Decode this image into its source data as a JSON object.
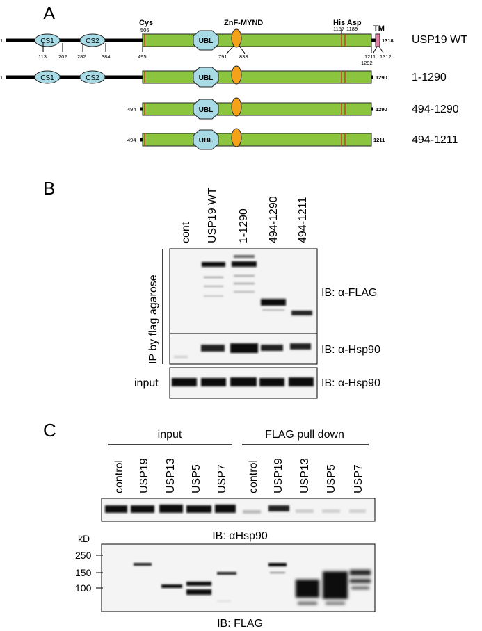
{
  "panels": {
    "a": {
      "letter": "A",
      "domain_labels": {
        "cys": "Cys",
        "znf": "ZnF-MYND",
        "hisasp": "His Asp",
        "tm": "TM",
        "ubl": "UBL",
        "cs1": "CS1",
        "cs2": "CS2"
      },
      "wt_numbers": {
        "n1": "1",
        "n113": "113",
        "n202": "202",
        "n282": "282",
        "n384": "384",
        "n495": "495",
        "n506": "506",
        "n791": "791",
        "n833": "833",
        "n1157": "1157",
        "n1189": "1189",
        "n1211": "1211",
        "n1292": "1292",
        "n1312": "1312",
        "n1318": "1318"
      },
      "constructs": [
        {
          "name": "USP19 WT",
          "start": "1",
          "end": "1318"
        },
        {
          "name": "1-1290",
          "start": "1",
          "end": "1290"
        },
        {
          "name": "494-1290",
          "start": "494",
          "end": "1290"
        },
        {
          "name": "494-1211",
          "start": "494",
          "end": "1211"
        }
      ]
    },
    "b": {
      "letter": "B",
      "lanes": [
        "cont",
        "USP19 WT",
        "1-1290",
        "494-1290",
        "494-1211"
      ],
      "side_label": "IP by flag agarose",
      "input_label": "input",
      "blots": [
        "IB: α-FLAG",
        "IB: α-Hsp90",
        "IB: α-Hsp90"
      ]
    },
    "c": {
      "letter": "C",
      "group_input": "input",
      "group_pulldown": "FLAG pull down",
      "lanes": [
        "control",
        "USP19",
        "USP13",
        "USP5",
        "USP7",
        "control",
        "USP19",
        "USP13",
        "USP5",
        "USP7"
      ],
      "blot_top_caption": "IB: αHsp90",
      "blot_bottom_caption": "IB: FLAG",
      "kd_label": "kD",
      "markers": [
        "250",
        "150",
        "100"
      ]
    }
  }
}
